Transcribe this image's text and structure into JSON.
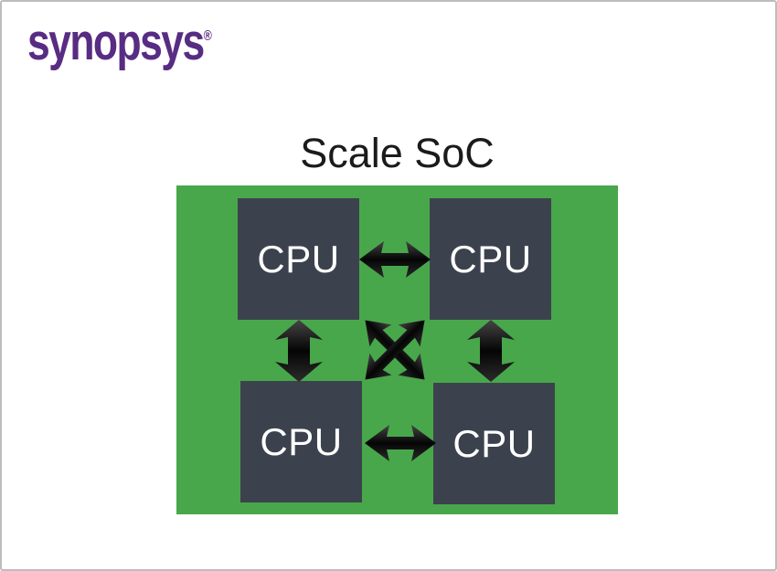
{
  "logo": {
    "text": "synopsys",
    "registered_mark": "®",
    "color": "#582c83"
  },
  "title": "Scale SoC",
  "canvas": {
    "background": "#ffffff",
    "border_color": "#bdbdbd"
  },
  "diagram": {
    "panel_color": "#48a74b",
    "block_color": "#3c424d",
    "block_text_color": "#ffffff",
    "blocks": [
      {
        "id": "cpu-top-left",
        "label": "CPU"
      },
      {
        "id": "cpu-top-right",
        "label": "CPU"
      },
      {
        "id": "cpu-bottom-left",
        "label": "CPU"
      },
      {
        "id": "cpu-bottom-right",
        "label": "CPU"
      }
    ],
    "connections": [
      {
        "from": "cpu-top-left",
        "to": "cpu-top-right",
        "type": "bidirectional"
      },
      {
        "from": "cpu-bottom-left",
        "to": "cpu-bottom-right",
        "type": "bidirectional"
      },
      {
        "from": "cpu-top-left",
        "to": "cpu-bottom-left",
        "type": "bidirectional"
      },
      {
        "from": "cpu-top-right",
        "to": "cpu-bottom-right",
        "type": "bidirectional"
      },
      {
        "from": "cpu-top-left",
        "to": "cpu-bottom-right",
        "type": "bidirectional"
      },
      {
        "from": "cpu-top-right",
        "to": "cpu-bottom-left",
        "type": "bidirectional"
      }
    ],
    "arrow_gradient": {
      "top": "#454545",
      "mid": "#050505",
      "bottom": "#2b2b2b"
    }
  }
}
